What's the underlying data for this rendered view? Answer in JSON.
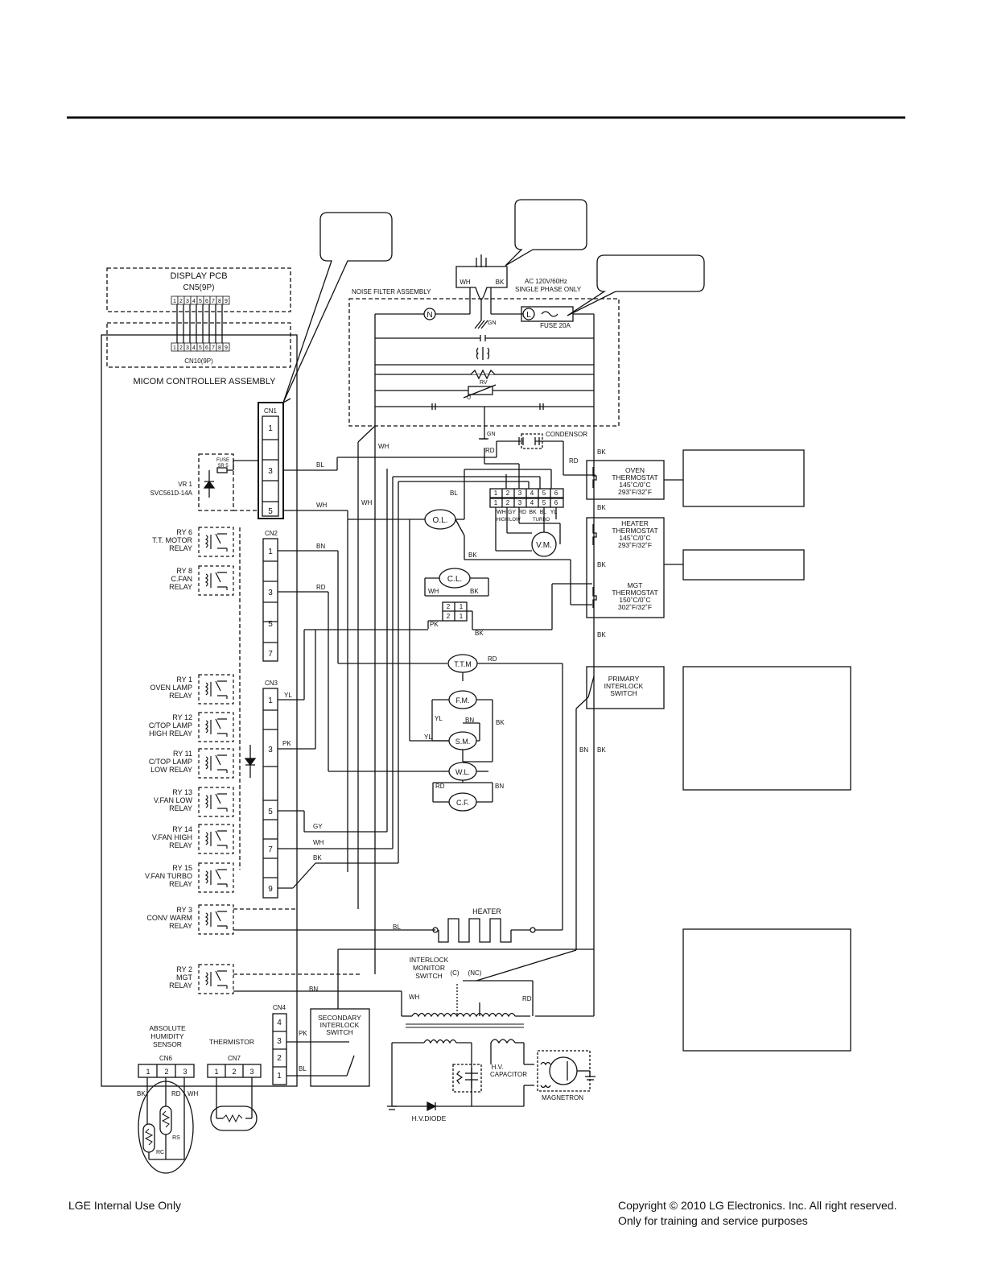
{
  "display_pcb": {
    "title": "DISPLAY PCB",
    "connector": "CN5(9P)",
    "pins": [
      "1",
      "2",
      "3",
      "4",
      "5",
      "6",
      "7",
      "8",
      "9"
    ]
  },
  "micom": {
    "connector": "CN10(9P)",
    "title": "MICOM CONTROLLER ASSEMBLY",
    "cn1": {
      "label": "CN1",
      "pins": [
        "1",
        "3",
        "5"
      ]
    },
    "cn2": {
      "label": "CN2",
      "pins": [
        "1",
        "3",
        "5",
        "7"
      ]
    },
    "cn3": {
      "label": "CN3",
      "pins": [
        "1",
        "3",
        "5",
        "7",
        "9"
      ]
    },
    "cn4": {
      "label": "CN4",
      "pins": [
        "4",
        "3",
        "2",
        "1"
      ]
    },
    "cn6": {
      "label": "CN6",
      "pins": [
        "1",
        "2",
        "3"
      ]
    },
    "cn7": {
      "label": "CN7",
      "pins": [
        "1",
        "2",
        "3"
      ]
    },
    "fuse": [
      "FUSE",
      "SR 5"
    ],
    "varistor": [
      "VR 1",
      "SVC561D-14A"
    ],
    "relays": [
      {
        "id": "RY 6",
        "lines": [
          "T.T. MOTOR",
          "RELAY"
        ]
      },
      {
        "id": "RY 8",
        "lines": [
          "C.FAN",
          "RELAY"
        ]
      },
      {
        "id": "RY 1",
        "lines": [
          "OVEN LAMP",
          "RELAY"
        ]
      },
      {
        "id": "RY 12",
        "lines": [
          "C/TOP LAMP",
          "HIGH RELAY"
        ]
      },
      {
        "id": "RY 11",
        "lines": [
          "C/TOP LAMP",
          "LOW RELAY"
        ]
      },
      {
        "id": "RY 13",
        "lines": [
          "V.FAN LOW",
          "RELAY"
        ]
      },
      {
        "id": "RY 14",
        "lines": [
          "V.FAN HIGH",
          "RELAY"
        ]
      },
      {
        "id": "RY 15",
        "lines": [
          "V.FAN TURBO",
          "RELAY"
        ]
      },
      {
        "id": "RY 3",
        "lines": [
          "CONV WARM",
          "RELAY"
        ]
      },
      {
        "id": "RY 2",
        "lines": [
          "MGT",
          "RELAY"
        ]
      }
    ],
    "humidity_sensor": [
      "ABSOLUTE",
      "HUMIDITY",
      "SENSOR"
    ],
    "thermistor": "THERMISTOR",
    "sensor_labels": {
      "rc": "RC",
      "rs": "RS"
    }
  },
  "power": {
    "wh": "WH",
    "bk": "BK",
    "gn": "GN",
    "ac_line1": "AC 120V/60Hz",
    "ac_line2": "SINGLE PHASE ONLY",
    "noise_filter": "NOISE FILTER ASSEMBLY",
    "n": "N",
    "l": "L",
    "fuse": "FUSE 20A",
    "rv": "RV",
    "u": "U",
    "condensor": "CONDENSOR"
  },
  "vent_motor": {
    "top_pins": [
      "1",
      "2",
      "3",
      "4",
      "5",
      "6"
    ],
    "bottom_pins": [
      "1",
      "2",
      "3",
      "4",
      "5",
      "6"
    ],
    "colors": [
      "WH",
      "GY",
      "RD",
      "BK",
      "BL",
      "YL"
    ],
    "speeds": [
      "HIGH",
      "LOW",
      "TURBO"
    ],
    "label": "V.M."
  },
  "components": {
    "ol": "O.L.",
    "cl": "C.L.",
    "ttm": "T.T.M",
    "fm": "F.M.",
    "sm": "S.M.",
    "wl": "W.L.",
    "cf": "C.F.",
    "heater": "HEATER",
    "cl_pins": [
      "2",
      "1",
      "2",
      "1"
    ]
  },
  "thermostats": {
    "oven": [
      "OVEN",
      "THERMOSTAT",
      "145˚C/0˚C",
      "293˚F/32˚F"
    ],
    "heater": [
      "HEATER",
      "THERMOSTAT",
      "145˚C/0˚C",
      "293˚F/32˚F"
    ],
    "mgt": [
      "MGT",
      "THERMOSTAT",
      "150˚C/0˚C",
      "302˚F/32˚F"
    ]
  },
  "switches": {
    "primary": [
      "PRIMARY",
      "INTERLOCK",
      "SWITCH"
    ],
    "secondary": [
      "SECONDARY",
      "INTERLOCK",
      "SWITCH"
    ],
    "monitor": [
      "INTERLOCK",
      "MONITOR",
      "SWITCH"
    ],
    "c": "(C)",
    "nc": "(NC)"
  },
  "hv": {
    "capacitor": [
      "H.V.",
      "CAPACITOR"
    ],
    "diode": "H.V.DIODE",
    "magnetron": "MAGNETRON"
  },
  "wires": {
    "bl": "BL",
    "wh": "WH",
    "bn": "BN",
    "rd": "RD",
    "yl": "YL",
    "pk": "PK",
    "gy": "GY",
    "bk": "BK"
  },
  "footer": {
    "left": "LGE Internal Use Only",
    "right1": "Copyright © 2010 LG Electronics. Inc. All right reserved.",
    "right2": "Only for training and service purposes"
  }
}
